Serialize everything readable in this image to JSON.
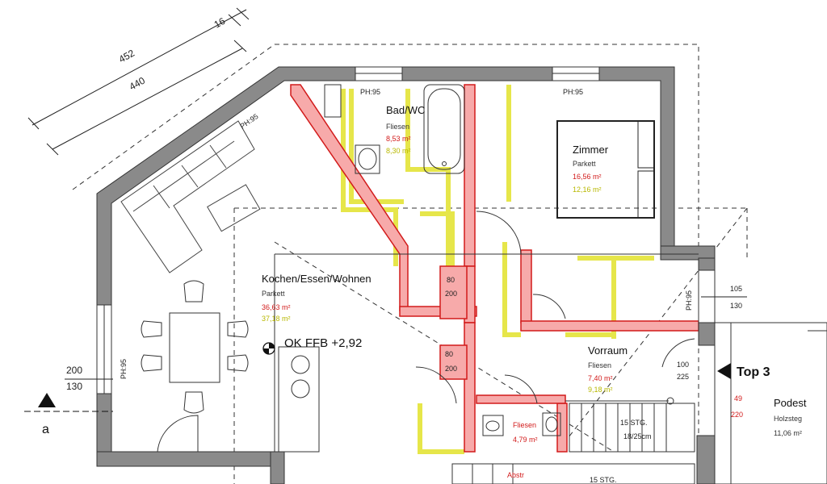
{
  "dimensions": {
    "outer": "452",
    "inner": "440",
    "wall": "16",
    "left_window_top": "200",
    "left_window_bottom": "130",
    "right_window_top": "105",
    "right_window_bottom": "130"
  },
  "windows": {
    "top_left": "PH:95",
    "top_right": "PH:95",
    "diag": "PH:95",
    "left": "PH:95",
    "right": "PH:95"
  },
  "rooms": {
    "bath": {
      "name": "Bad/WC",
      "floor": "Fliesen",
      "area_red": "8,53 m²",
      "area_yellow": "8,30 m²"
    },
    "zimmer": {
      "name": "Zimmer",
      "floor": "Parkett",
      "area_red": "16,56 m²",
      "area_yellow": "12,16 m²"
    },
    "living": {
      "name": "Kochen/Essen/Wohnen",
      "floor": "Parkett",
      "area_red": "36,63 m²",
      "area_yellow": "37,18 m²"
    },
    "vorraum": {
      "name": "Vorraum",
      "floor": "Fliesen",
      "area_red": "7,40 m²",
      "area_yellow": "9,18 m²"
    },
    "podest": {
      "name": "Podest",
      "floor": "Holzsteg",
      "area": "11,06 m²"
    },
    "wc": {
      "floor": "Fliesen",
      "area": "4,79 m²"
    },
    "abstr": {
      "name": "Abstr"
    }
  },
  "door_labels": {
    "d1_top": "80",
    "d1_bot": "200",
    "d2_top": "80",
    "d2_bot": "200",
    "entry_top": "100",
    "entry_bot": "225",
    "side_top": "49",
    "side_bot": "220"
  },
  "stairs": {
    "upper": "15 STG.",
    "upper_sub": "18/25cm",
    "lower": "15 STG."
  },
  "labels": {
    "level": "OK FFB +2,92",
    "top": "Top 3",
    "section": "a"
  }
}
